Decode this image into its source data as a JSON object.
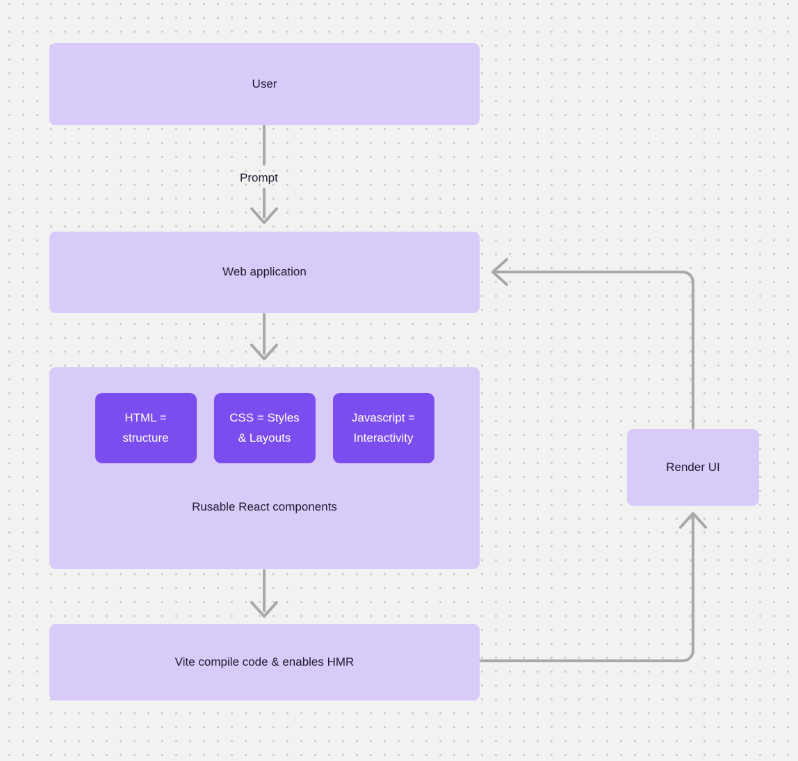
{
  "diagram": {
    "type": "flowchart",
    "background": {
      "color": "#f2f2f1",
      "pattern": "dot-grid",
      "dot_color": "#c9c9c9",
      "dot_spacing": 20
    },
    "palette": {
      "node_fill": "#d8caf9",
      "chip_fill": "#7c4dee",
      "node_text": "#1f1b2e",
      "chip_text": "#ffffff",
      "connector": "#a8a8a8"
    },
    "nodes": {
      "user": {
        "label": "User"
      },
      "webapp": {
        "label": "Web application"
      },
      "components": {
        "caption": "Rusable React components",
        "chips": [
          {
            "label": "HTML =\nstructure",
            "line1": "HTML =",
            "line2": "structure"
          },
          {
            "label": "CSS = Styles\n& Layouts",
            "line1": "CSS = Styles",
            "line2": "& Layouts"
          },
          {
            "label": "Javascript =\nInteractivity",
            "line1": "Javascript =",
            "line2": "Interactivity"
          }
        ]
      },
      "vite": {
        "label": "Vite compile code & enables HMR"
      },
      "render": {
        "label": "Render UI"
      }
    },
    "edges": [
      {
        "from": "user",
        "to": "webapp",
        "label": "Prompt",
        "direction": "down"
      },
      {
        "from": "webapp",
        "to": "components",
        "label": "",
        "direction": "down"
      },
      {
        "from": "components",
        "to": "vite",
        "label": "",
        "direction": "down"
      },
      {
        "from": "vite",
        "to": "render",
        "label": "",
        "direction": "right-then-up"
      },
      {
        "from": "render",
        "to": "webapp",
        "label": "",
        "direction": "up-then-left"
      }
    ]
  }
}
